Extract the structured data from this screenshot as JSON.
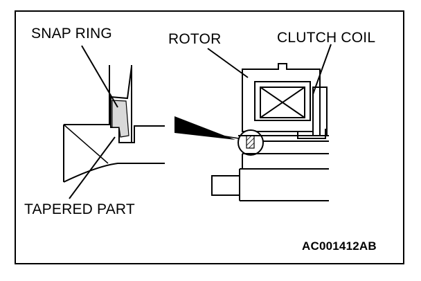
{
  "labels": {
    "snap_ring": "SNAP RING",
    "rotor": "ROTOR",
    "clutch_coil": "CLUTCH COIL",
    "tapered_part": "TAPERED PART",
    "figure_code": "AC001412AB"
  },
  "colors": {
    "ink": "#000000",
    "paper": "#ffffff",
    "shade": "#7a7a7a",
    "light": "#d9d9d9"
  }
}
